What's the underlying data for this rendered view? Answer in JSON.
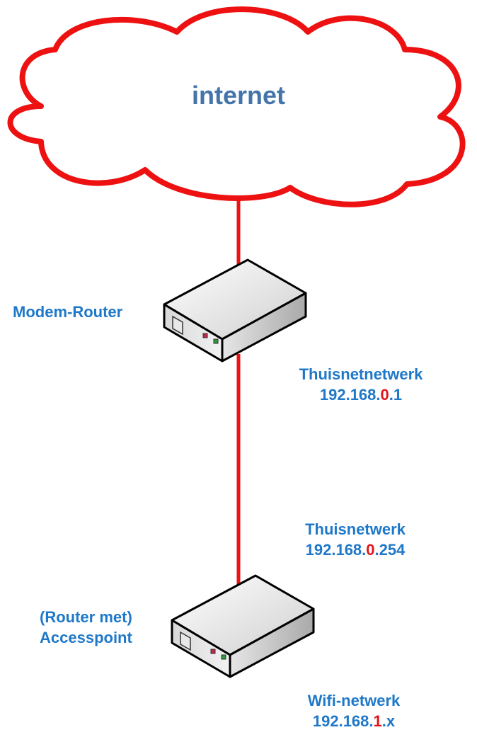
{
  "colors": {
    "link": "#ee1111",
    "label": "#1f78c8",
    "highlight": "#e0151b",
    "cloud_text": "#4474aa"
  },
  "cloud": {
    "label": "internet"
  },
  "devices": [
    {
      "id": "modem-router",
      "label": "Modem-Router",
      "icon": "router-box-icon"
    },
    {
      "id": "accesspoint",
      "label_line1": "(Router met)",
      "label_line2": "Accesspoint",
      "icon": "router-box-icon"
    }
  ],
  "networks": [
    {
      "name": "Thuisnetnetwerk",
      "ip_prefix": "192.168.",
      "ip_highlight": "0",
      "ip_suffix": ".1"
    },
    {
      "name": "Thuisnetwerk",
      "ip_prefix": "192.168.",
      "ip_highlight": "0",
      "ip_suffix": ".254"
    },
    {
      "name": "Wifi-netwerk",
      "ip_prefix": "192.168.",
      "ip_highlight": "1",
      "ip_suffix": ".x"
    }
  ],
  "links": [
    {
      "from": "internet",
      "to": "modem-router"
    },
    {
      "from": "modem-router",
      "to": "accesspoint"
    }
  ]
}
